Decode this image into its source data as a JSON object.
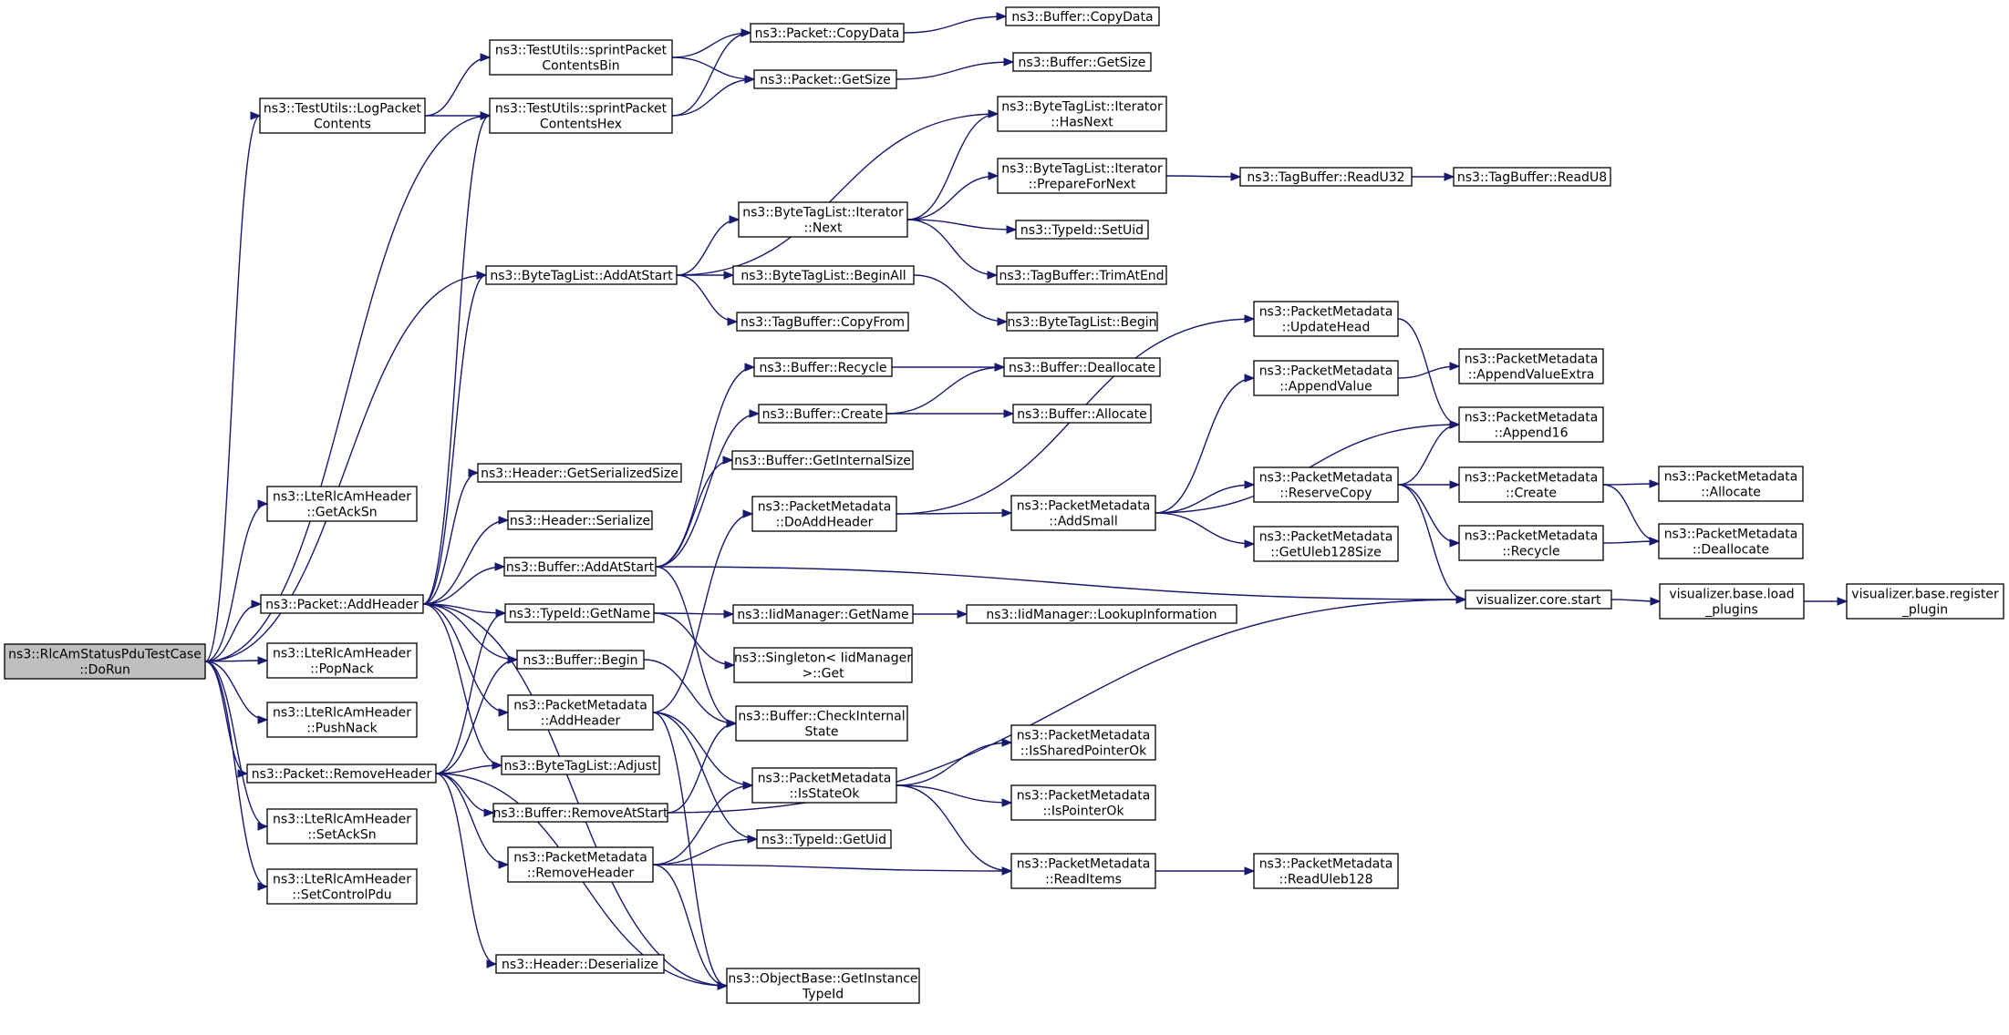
{
  "graph": {
    "title": "",
    "nodes": [
      {
        "id": "root",
        "lines": [
          "ns3::RlcAmStatusPduTestCase",
          "::DoRun"
        ],
        "root": true
      },
      {
        "id": "logPacket",
        "lines": [
          "ns3::TestUtils::LogPacket",
          "Contents"
        ]
      },
      {
        "id": "sprintBin",
        "lines": [
          "ns3::TestUtils::sprintPacket",
          "ContentsBin"
        ]
      },
      {
        "id": "sprintHex",
        "lines": [
          "ns3::TestUtils::sprintPacket",
          "ContentsHex"
        ]
      },
      {
        "id": "pktCopyData",
        "lines": [
          "ns3::Packet::CopyData"
        ]
      },
      {
        "id": "pktGetSize",
        "lines": [
          "ns3::Packet::GetSize"
        ]
      },
      {
        "id": "bufCopyData",
        "lines": [
          "ns3::Buffer::CopyData"
        ]
      },
      {
        "id": "bufGetSize",
        "lines": [
          "ns3::Buffer::GetSize"
        ]
      },
      {
        "id": "btlIterHasNext",
        "lines": [
          "ns3::ByteTagList::Iterator",
          "::HasNext"
        ]
      },
      {
        "id": "btlIterPrepare",
        "lines": [
          "ns3::ByteTagList::Iterator",
          "::PrepareForNext"
        ]
      },
      {
        "id": "tbReadU32",
        "lines": [
          "ns3::TagBuffer::ReadU32"
        ]
      },
      {
        "id": "tbReadU8",
        "lines": [
          "ns3::TagBuffer::ReadU8"
        ]
      },
      {
        "id": "btlIterNext",
        "lines": [
          "ns3::ByteTagList::Iterator",
          "::Next"
        ]
      },
      {
        "id": "typeIdSetUid",
        "lines": [
          "ns3::TypeId::SetUid"
        ]
      },
      {
        "id": "tbTrimAtEnd",
        "lines": [
          "ns3::TagBuffer::TrimAtEnd"
        ]
      },
      {
        "id": "btlAddAtStart",
        "lines": [
          "ns3::ByteTagList::AddAtStart"
        ]
      },
      {
        "id": "btlBeginAll",
        "lines": [
          "ns3::ByteTagList::BeginAll"
        ]
      },
      {
        "id": "btlBegin",
        "lines": [
          "ns3::ByteTagList::Begin"
        ]
      },
      {
        "id": "tbCopyFrom",
        "lines": [
          "ns3::TagBuffer::CopyFrom"
        ]
      },
      {
        "id": "pmUpdateHead",
        "lines": [
          "ns3::PacketMetadata",
          "::UpdateHead"
        ]
      },
      {
        "id": "pmAppendValue",
        "lines": [
          "ns3::PacketMetadata",
          "::AppendValue"
        ]
      },
      {
        "id": "pmAppendValueExtra",
        "lines": [
          "ns3::PacketMetadata",
          "::AppendValueExtra"
        ]
      },
      {
        "id": "pmAppend16",
        "lines": [
          "ns3::PacketMetadata",
          "::Append16"
        ]
      },
      {
        "id": "bufRecycle",
        "lines": [
          "ns3::Buffer::Recycle"
        ]
      },
      {
        "id": "bufDeallocate",
        "lines": [
          "ns3::Buffer::Deallocate"
        ]
      },
      {
        "id": "bufCreate",
        "lines": [
          "ns3::Buffer::Create"
        ]
      },
      {
        "id": "bufAllocate",
        "lines": [
          "ns3::Buffer::Allocate"
        ]
      },
      {
        "id": "bufGetInternalSize",
        "lines": [
          "ns3::Buffer::GetInternalSize"
        ]
      },
      {
        "id": "hdrGetSerSize",
        "lines": [
          "ns3::Header::GetSerializedSize"
        ]
      },
      {
        "id": "hdrSerialize",
        "lines": [
          "ns3::Header::Serialize"
        ]
      },
      {
        "id": "pmDoAddHeader",
        "lines": [
          "ns3::PacketMetadata",
          "::DoAddHeader"
        ]
      },
      {
        "id": "pmAddSmall",
        "lines": [
          "ns3::PacketMetadata",
          "::AddSmall"
        ]
      },
      {
        "id": "pmReserveCopy",
        "lines": [
          "ns3::PacketMetadata",
          "::ReserveCopy"
        ]
      },
      {
        "id": "pmCreate",
        "lines": [
          "ns3::PacketMetadata",
          "::Create"
        ]
      },
      {
        "id": "pmAllocate",
        "lines": [
          "ns3::PacketMetadata",
          "::Allocate"
        ]
      },
      {
        "id": "pmGetUleb",
        "lines": [
          "ns3::PacketMetadata",
          "::GetUleb128Size"
        ]
      },
      {
        "id": "pmRecycle",
        "lines": [
          "ns3::PacketMetadata",
          "::Recycle"
        ]
      },
      {
        "id": "pmDeallocate",
        "lines": [
          "ns3::PacketMetadata",
          "::Deallocate"
        ]
      },
      {
        "id": "getAckSn",
        "lines": [
          "ns3::LteRlcAmHeader",
          "::GetAckSn"
        ]
      },
      {
        "id": "pktAddHeader",
        "lines": [
          "ns3::Packet::AddHeader"
        ]
      },
      {
        "id": "bufAddAtStart",
        "lines": [
          "ns3::Buffer::AddAtStart"
        ]
      },
      {
        "id": "typeIdGetName",
        "lines": [
          "ns3::TypeId::GetName"
        ]
      },
      {
        "id": "iidGetName",
        "lines": [
          "ns3::IidManager::GetName"
        ]
      },
      {
        "id": "iidLookup",
        "lines": [
          "ns3::IidManager::LookupInformation"
        ]
      },
      {
        "id": "vizStart",
        "lines": [
          "visualizer.core.start"
        ]
      },
      {
        "id": "vizLoad",
        "lines": [
          "visualizer.base.load",
          "_plugins"
        ]
      },
      {
        "id": "vizRegister",
        "lines": [
          "visualizer.base.register",
          "_plugin"
        ]
      },
      {
        "id": "singletonGet",
        "lines": [
          "ns3::Singleton< IidManager",
          ">::Get"
        ]
      },
      {
        "id": "popNack",
        "lines": [
          "ns3::LteRlcAmHeader",
          "::PopNack"
        ]
      },
      {
        "id": "bufBegin",
        "lines": [
          "ns3::Buffer::Begin"
        ]
      },
      {
        "id": "pmAddHeader",
        "lines": [
          "ns3::PacketMetadata",
          "::AddHeader"
        ]
      },
      {
        "id": "bufCheckInternal",
        "lines": [
          "ns3::Buffer::CheckInternal",
          "State"
        ]
      },
      {
        "id": "pushNack",
        "lines": [
          "ns3::LteRlcAmHeader",
          "::PushNack"
        ]
      },
      {
        "id": "pmIsShared",
        "lines": [
          "ns3::PacketMetadata",
          "::IsSharedPointerOk"
        ]
      },
      {
        "id": "pktRemoveHeader",
        "lines": [
          "ns3::Packet::RemoveHeader"
        ]
      },
      {
        "id": "btlAdjust",
        "lines": [
          "ns3::ByteTagList::Adjust"
        ]
      },
      {
        "id": "pmIsStateOk",
        "lines": [
          "ns3::PacketMetadata",
          "::IsStateOk"
        ]
      },
      {
        "id": "pmIsPointerOk",
        "lines": [
          "ns3::PacketMetadata",
          "::IsPointerOk"
        ]
      },
      {
        "id": "bufRemoveAtStart",
        "lines": [
          "ns3::Buffer::RemoveAtStart"
        ]
      },
      {
        "id": "setAckSn",
        "lines": [
          "ns3::LteRlcAmHeader",
          "::SetAckSn"
        ]
      },
      {
        "id": "typeIdGetUid",
        "lines": [
          "ns3::TypeId::GetUid"
        ]
      },
      {
        "id": "pmRemoveHeader",
        "lines": [
          "ns3::PacketMetadata",
          "::RemoveHeader"
        ]
      },
      {
        "id": "pmReadItems",
        "lines": [
          "ns3::PacketMetadata",
          "::ReadItems"
        ]
      },
      {
        "id": "pmReadUleb",
        "lines": [
          "ns3::PacketMetadata",
          "::ReadUleb128"
        ]
      },
      {
        "id": "setControlPdu",
        "lines": [
          "ns3::LteRlcAmHeader",
          "::SetControlPdu"
        ]
      },
      {
        "id": "hdrDeserialize",
        "lines": [
          "ns3::Header::Deserialize"
        ]
      },
      {
        "id": "objGetInstance",
        "lines": [
          "ns3::ObjectBase::GetInstance",
          "TypeId"
        ]
      }
    ],
    "edges": [
      [
        "root",
        "logPacket"
      ],
      [
        "root",
        "getAckSn"
      ],
      [
        "root",
        "pktAddHeader"
      ],
      [
        "root",
        "popNack"
      ],
      [
        "root",
        "pushNack"
      ],
      [
        "root",
        "pktRemoveHeader"
      ],
      [
        "root",
        "setAckSn"
      ],
      [
        "root",
        "setControlPdu"
      ],
      [
        "root",
        "sprintHex"
      ],
      [
        "root",
        "btlAddAtStart"
      ],
      [
        "logPacket",
        "sprintBin"
      ],
      [
        "logPacket",
        "sprintHex"
      ],
      [
        "sprintBin",
        "pktCopyData"
      ],
      [
        "sprintBin",
        "pktGetSize"
      ],
      [
        "sprintHex",
        "pktCopyData"
      ],
      [
        "sprintHex",
        "pktGetSize"
      ],
      [
        "pktCopyData",
        "bufCopyData"
      ],
      [
        "pktGetSize",
        "bufGetSize"
      ],
      [
        "btlAddAtStart",
        "btlIterHasNext"
      ],
      [
        "btlAddAtStart",
        "btlIterNext"
      ],
      [
        "btlAddAtStart",
        "btlBeginAll"
      ],
      [
        "btlAddAtStart",
        "tbCopyFrom"
      ],
      [
        "btlIterNext",
        "btlIterHasNext"
      ],
      [
        "btlIterNext",
        "btlIterPrepare"
      ],
      [
        "btlIterNext",
        "typeIdSetUid"
      ],
      [
        "btlIterNext",
        "tbTrimAtEnd"
      ],
      [
        "btlIterPrepare",
        "tbReadU32"
      ],
      [
        "tbReadU32",
        "tbReadU8"
      ],
      [
        "btlBeginAll",
        "btlBegin"
      ],
      [
        "bufRecycle",
        "bufDeallocate"
      ],
      [
        "bufCreate",
        "bufDeallocate"
      ],
      [
        "bufCreate",
        "bufAllocate"
      ],
      [
        "pmUpdateHead",
        "pmAppend16"
      ],
      [
        "pmAppendValue",
        "pmAppendValueExtra"
      ],
      [
        "pmDoAddHeader",
        "pmUpdateHead"
      ],
      [
        "pmDoAddHeader",
        "pmAddSmall"
      ],
      [
        "pmAddSmall",
        "pmAppendValue"
      ],
      [
        "pmAddSmall",
        "pmAppend16"
      ],
      [
        "pmAddSmall",
        "pmReserveCopy"
      ],
      [
        "pmAddSmall",
        "pmGetUleb"
      ],
      [
        "pmReserveCopy",
        "pmAppend16"
      ],
      [
        "pmReserveCopy",
        "pmCreate"
      ],
      [
        "pmReserveCopy",
        "pmRecycle"
      ],
      [
        "pmReserveCopy",
        "vizStart"
      ],
      [
        "pmCreate",
        "pmAllocate"
      ],
      [
        "pmCreate",
        "pmDeallocate"
      ],
      [
        "pmRecycle",
        "pmDeallocate"
      ],
      [
        "pktAddHeader",
        "hdrGetSerSize"
      ],
      [
        "pktAddHeader",
        "hdrSerialize"
      ],
      [
        "pktAddHeader",
        "bufAddAtStart"
      ],
      [
        "pktAddHeader",
        "typeIdGetName"
      ],
      [
        "pktAddHeader",
        "bufBegin"
      ],
      [
        "pktAddHeader",
        "pmAddHeader"
      ],
      [
        "pktAddHeader",
        "btlAdjust"
      ],
      [
        "pktAddHeader",
        "btlAddAtStart"
      ],
      [
        "pktAddHeader",
        "sprintHex"
      ],
      [
        "pktAddHeader",
        "objGetInstance"
      ],
      [
        "bufAddAtStart",
        "bufRecycle"
      ],
      [
        "bufAddAtStart",
        "bufCreate"
      ],
      [
        "bufAddAtStart",
        "bufGetInternalSize"
      ],
      [
        "bufAddAtStart",
        "vizStart"
      ],
      [
        "bufAddAtStart",
        "bufCheckInternal"
      ],
      [
        "typeIdGetName",
        "iidGetName"
      ],
      [
        "typeIdGetName",
        "singletonGet"
      ],
      [
        "iidGetName",
        "iidLookup"
      ],
      [
        "vizStart",
        "vizLoad"
      ],
      [
        "vizLoad",
        "vizRegister"
      ],
      [
        "bufBegin",
        "bufCheckInternal"
      ],
      [
        "pmAddHeader",
        "pmDoAddHeader"
      ],
      [
        "pmAddHeader",
        "pmIsStateOk"
      ],
      [
        "pmAddHeader",
        "typeIdGetUid"
      ],
      [
        "pmAddHeader",
        "objGetInstance"
      ],
      [
        "pmIsStateOk",
        "pmIsShared"
      ],
      [
        "pmIsStateOk",
        "pmIsPointerOk"
      ],
      [
        "pmIsStateOk",
        "pmReadItems"
      ],
      [
        "pmReadItems",
        "pmReadUleb"
      ],
      [
        "pktRemoveHeader",
        "bufBegin"
      ],
      [
        "pktRemoveHeader",
        "typeIdGetName"
      ],
      [
        "pktRemoveHeader",
        "btlAdjust"
      ],
      [
        "pktRemoveHeader",
        "bufRemoveAtStart"
      ],
      [
        "pktRemoveHeader",
        "pmRemoveHeader"
      ],
      [
        "pktRemoveHeader",
        "hdrDeserialize"
      ],
      [
        "pktRemoveHeader",
        "objGetInstance"
      ],
      [
        "bufRemoveAtStart",
        "bufCheckInternal"
      ],
      [
        "bufRemoveAtStart",
        "vizStart"
      ],
      [
        "pmRemoveHeader",
        "pmIsStateOk"
      ],
      [
        "pmRemoveHeader",
        "typeIdGetUid"
      ],
      [
        "pmRemoveHeader",
        "pmReadItems"
      ],
      [
        "pmRemoveHeader",
        "objGetInstance"
      ]
    ]
  }
}
